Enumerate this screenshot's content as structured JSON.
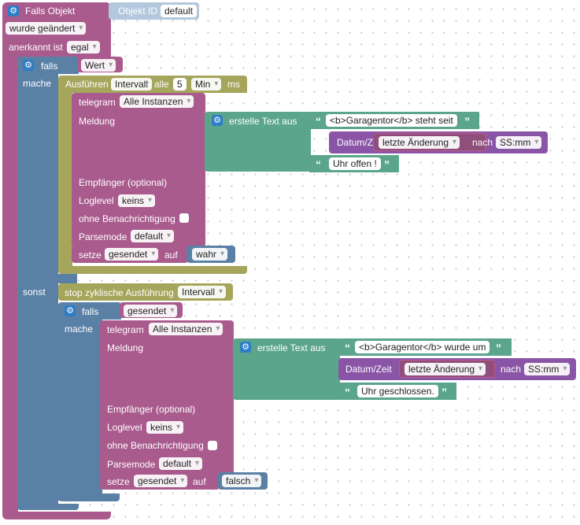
{
  "event_block": {
    "title": "Falls Objekt",
    "objekt_id_label": "Objekt ID",
    "objekt_id_value": "default",
    "changed_value": "wurde geändert",
    "ack_label": "anerkannt ist",
    "ack_value": "egal"
  },
  "if1": {
    "falls_label": "falls",
    "condition": "Wert",
    "mache_label": "mache",
    "sonst_label": "sonst"
  },
  "interval1": {
    "label": "Ausführen",
    "type": "Intervall",
    "alle_label": "alle",
    "value": "5",
    "unit": "Min",
    "ms_label": "ms"
  },
  "telegram1": {
    "label": "telegram",
    "instances": "Alle Instanzen",
    "meldung_label": "Meldung",
    "empfaenger_label": "Empfänger (optional)",
    "loglevel_label": "Loglevel",
    "loglevel_value": "keins",
    "ohne_label": "ohne Benachrichtigung",
    "parsemode_label": "Parsemode",
    "parsemode_value": "default"
  },
  "text1": {
    "label": "erstelle Text aus",
    "part1": "<b>Garagentor</b> steht seit",
    "datum_label": "Datum/Zeit",
    "datum_value": "letzte Änderung",
    "nach_label": "nach",
    "format": "SS:mm",
    "part3": "Uhr offen !"
  },
  "set1": {
    "label": "setze",
    "var": "gesendet",
    "auf_label": "auf",
    "value": "wahr"
  },
  "stop1": {
    "label": "stop zyklische Ausführung",
    "value": "Intervall"
  },
  "if2": {
    "falls_label": "falls",
    "condition": "gesendet",
    "mache_label": "mache"
  },
  "telegram2": {
    "label": "telegram",
    "instances": "Alle Instanzen",
    "meldung_label": "Meldung",
    "empfaenger_label": "Empfänger (optional)",
    "loglevel_label": "Loglevel",
    "loglevel_value": "keins",
    "ohne_label": "ohne Benachrichtigung",
    "parsemode_label": "Parsemode",
    "parsemode_value": "default"
  },
  "text2": {
    "label": "erstelle Text aus",
    "part1": "<b>Garagentor</b> wurde um",
    "datum_label": "Datum/Zeit",
    "datum_value": "letzte Änderung",
    "nach_label": "nach",
    "format": "SS:mm",
    "part3": "Uhr geschlossen."
  },
  "set2": {
    "label": "setze",
    "var": "gesendet",
    "auf_label": "auf",
    "value": "falsch"
  },
  "icons": {
    "gear": "⚙",
    "quote_open": "“",
    "quote_close": "”"
  }
}
